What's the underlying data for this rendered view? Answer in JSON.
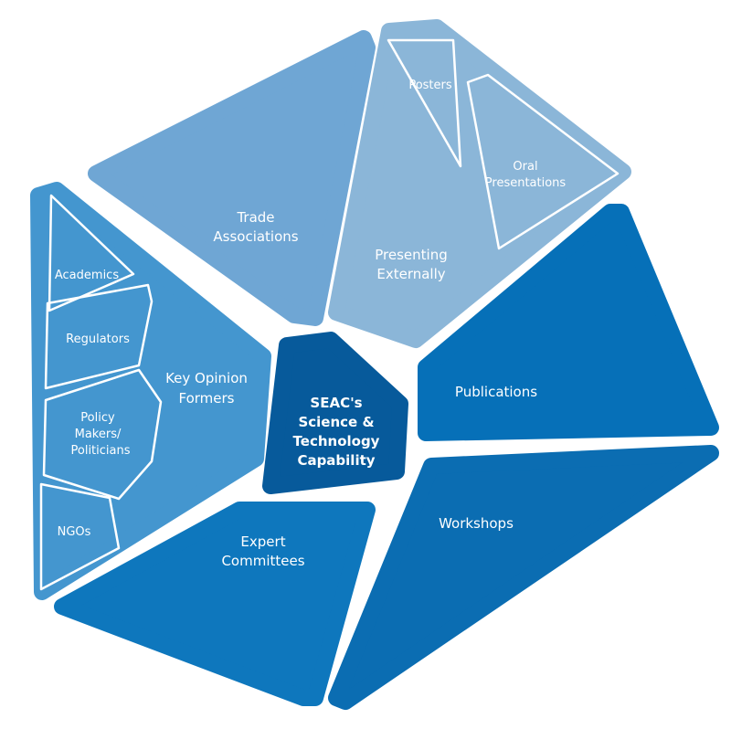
{
  "colors": {
    "trade": "#6fa6d4",
    "presenting": "#8bb6d8",
    "key_opinion": "#4496cf",
    "publications": "#0670b8",
    "workshops": "#0b6db2",
    "expert": "#0e77bd",
    "center": "#075a9b"
  },
  "center": {
    "lines": [
      "SEAC's",
      "Science &",
      "Technology",
      "Capability"
    ]
  },
  "segments": {
    "trade": [
      "Trade",
      "Associations"
    ],
    "presenting": [
      "Presenting",
      "Externally"
    ],
    "posters": [
      "Posters"
    ],
    "oral": [
      "Oral",
      "Presentations"
    ],
    "publications": [
      "Publications"
    ],
    "workshops": [
      "Workshops"
    ],
    "expert": [
      "Expert",
      "Committees"
    ],
    "key_opinion": [
      "Key Opinion",
      "Formers"
    ],
    "academics": [
      "Academics"
    ],
    "regulators": [
      "Regulators"
    ],
    "policy": [
      "Policy",
      "Makers/",
      "Politicians"
    ],
    "ngos": [
      "NGOs"
    ]
  }
}
